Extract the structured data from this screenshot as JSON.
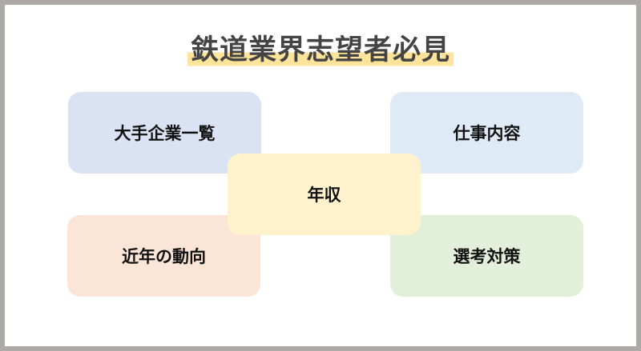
{
  "title": "鉄道業界志望者必見",
  "boxes": {
    "companies": "大手企業一覧",
    "work": "仕事内容",
    "salary": "年収",
    "trends": "近年の動向",
    "selection": "選考対策"
  },
  "colors": {
    "companies": "#dae3f3",
    "work": "#deebf7",
    "salary": "#fff2cc",
    "trends": "#fbe5d6",
    "selection": "#e2f0d9",
    "highlight": "#fde49a"
  }
}
